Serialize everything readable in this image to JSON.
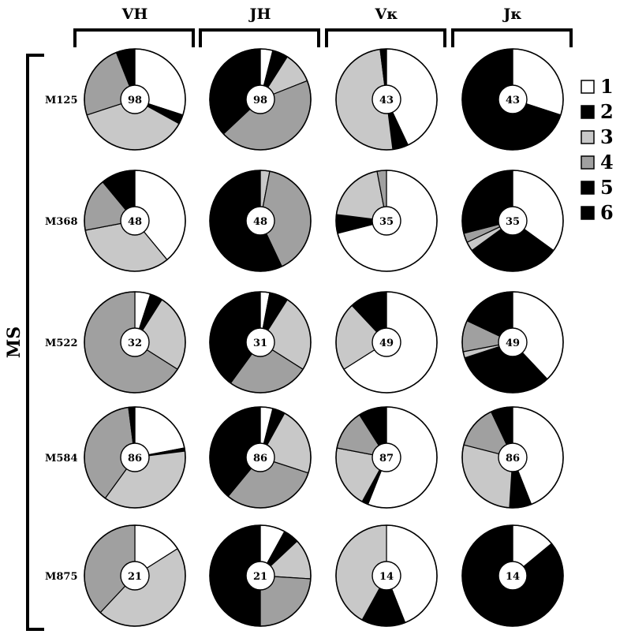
{
  "chart_data": {
    "type": "pie",
    "group_label": "MS",
    "columns": [
      "VH",
      "JH",
      "Vκ",
      "Jκ"
    ],
    "rows": [
      "M125",
      "M368",
      "M522",
      "M584",
      "M875"
    ],
    "legend": {
      "entries": [
        {
          "label": "1",
          "color": "#ffffff"
        },
        {
          "label": "2",
          "color": "#000000"
        },
        {
          "label": "3",
          "color": "#c8c8c8"
        },
        {
          "label": "4",
          "color": "#a0a0a0"
        },
        {
          "label": "5",
          "color": "#000000"
        },
        {
          "label": "6",
          "color": "#000000"
        }
      ]
    },
    "pies": [
      [
        {
          "count": "98",
          "values": [
            30,
            3,
            37,
            24,
            6,
            0
          ]
        },
        {
          "count": "98",
          "values": [
            4,
            5,
            10,
            44,
            37,
            0
          ]
        },
        {
          "count": "43",
          "values": [
            43,
            5,
            50,
            0,
            2,
            0
          ]
        },
        {
          "count": "43",
          "values": [
            30,
            70,
            0,
            0,
            0,
            0
          ]
        }
      ],
      [
        {
          "count": "48",
          "values": [
            39,
            0,
            33,
            17,
            6,
            5
          ]
        },
        {
          "count": "48",
          "values": [
            0,
            0,
            3,
            40,
            57,
            0
          ]
        },
        {
          "count": "35",
          "values": [
            71,
            6,
            20,
            3,
            0,
            0
          ]
        },
        {
          "count": "35",
          "values": [
            35,
            30,
            3,
            3,
            4,
            25
          ]
        }
      ],
      [
        {
          "count": "32",
          "values": [
            5,
            4,
            25,
            66,
            0,
            0
          ]
        },
        {
          "count": "31",
          "values": [
            3,
            6,
            25,
            26,
            40,
            0
          ]
        },
        {
          "count": "49",
          "values": [
            66,
            0,
            22,
            0,
            10,
            2
          ]
        },
        {
          "count": "49",
          "values": [
            38,
            32,
            2,
            10,
            4,
            14
          ]
        }
      ],
      [
        {
          "count": "86",
          "values": [
            22,
            1,
            37,
            38,
            2,
            0
          ]
        },
        {
          "count": "86",
          "values": [
            4,
            4,
            22,
            31,
            39,
            0
          ]
        },
        {
          "count": "87",
          "values": [
            56,
            2,
            20,
            13,
            4,
            5
          ]
        },
        {
          "count": "86",
          "values": [
            44,
            7,
            28,
            14,
            0,
            7
          ]
        }
      ],
      [
        {
          "count": "21",
          "values": [
            16,
            0,
            46,
            38,
            0,
            0
          ]
        },
        {
          "count": "21",
          "values": [
            8,
            5,
            13,
            24,
            50,
            0
          ]
        },
        {
          "count": "14",
          "values": [
            44,
            14,
            42,
            0,
            0,
            0
          ]
        },
        {
          "count": "14",
          "values": [
            14,
            86,
            0,
            0,
            0,
            0
          ]
        }
      ]
    ]
  }
}
